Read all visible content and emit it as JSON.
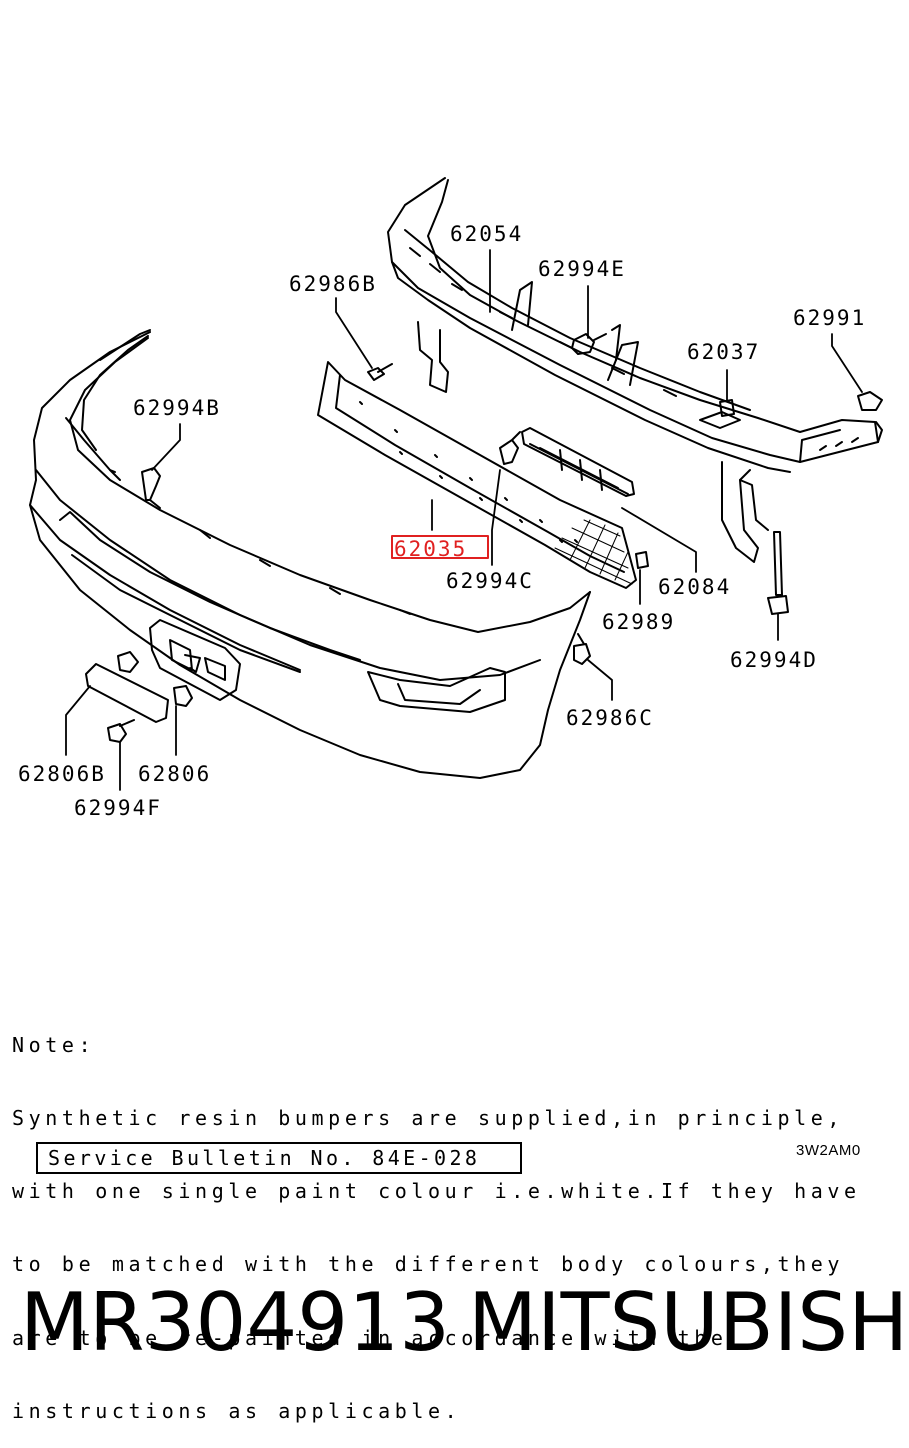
{
  "diagram": {
    "labels": {
      "p62054": "62054",
      "p62994E": "62994E",
      "p62986B": "62986B",
      "p62991": "62991",
      "p62037": "62037",
      "p62994B": "62994B",
      "p62035": "62035",
      "p62994C": "62994C",
      "p62084": "62084",
      "p62989": "62989",
      "p62994D": "62994D",
      "p62986C": "62986C",
      "p62806B": "62806B",
      "p62806": "62806",
      "p62994F": "62994F"
    },
    "highlight_color": "#e02020"
  },
  "note": {
    "lines": [
      "Note:",
      "Synthetic resin bumpers are supplied,in principle,",
      "with one single paint colour i.e.white.If they have",
      "to be matched with the different body colours,they",
      "are to be re-painted in accordance with the",
      "instructions as applicable."
    ]
  },
  "bulletin": "Service Bulletin No. 84E-028",
  "drawing_code": "3W2AM0",
  "product": {
    "part_number": "MR304913",
    "brand": "MITSUBISHI"
  }
}
